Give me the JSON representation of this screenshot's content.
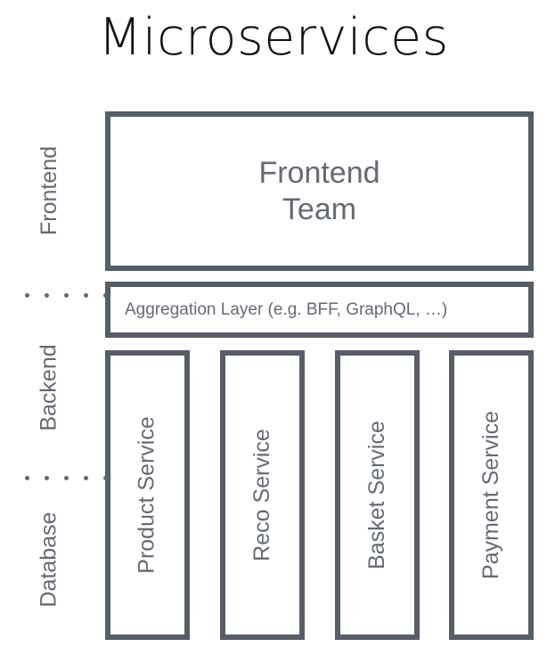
{
  "title": "Microservices",
  "colors": {
    "border": "#575d69",
    "text": "#646a75",
    "title": "#111318",
    "dot": "#636974",
    "background": "#ffffff"
  },
  "rows": [
    {
      "label": "Frontend"
    },
    {
      "label": "Backend"
    },
    {
      "label": "Database"
    }
  ],
  "frontend_team": {
    "line1": "Frontend",
    "line2": "Team"
  },
  "aggregation_layer": {
    "label": "Aggregation Layer (e.g. BFF, GraphQL, …)"
  },
  "services": [
    {
      "label": "Product Service"
    },
    {
      "label": "Reco Service"
    },
    {
      "label": "Basket Service"
    },
    {
      "label": "Payment Service"
    }
  ],
  "dividers": [
    {
      "name": "frontend-backend",
      "style": "dotted"
    },
    {
      "name": "backend-database",
      "style": "dotted"
    }
  ]
}
